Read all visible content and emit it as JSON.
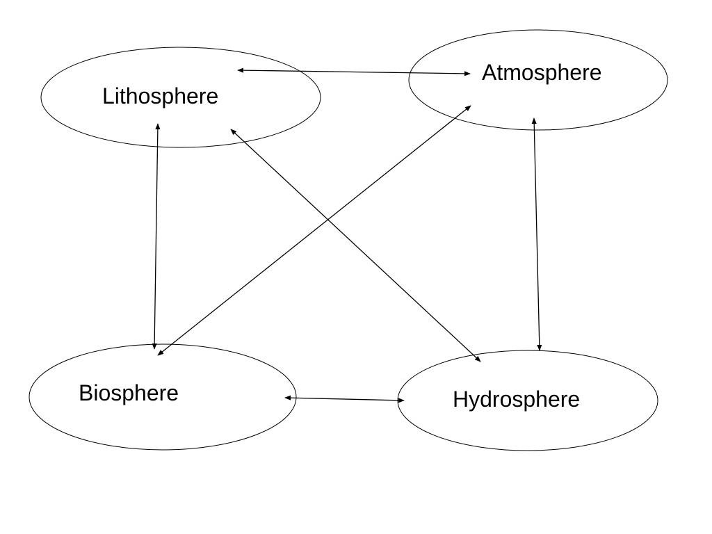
{
  "diagram": {
    "nodes": [
      {
        "id": "lithosphere",
        "label": "Lithosphere"
      },
      {
        "id": "atmosphere",
        "label": "Atmosphere"
      },
      {
        "id": "biosphere",
        "label": "Biosphere"
      },
      {
        "id": "hydrosphere",
        "label": "Hydrosphere"
      }
    ],
    "edges": [
      {
        "from": "lithosphere",
        "to": "atmosphere",
        "bidirectional": true
      },
      {
        "from": "lithosphere",
        "to": "biosphere",
        "bidirectional": true
      },
      {
        "from": "lithosphere",
        "to": "hydrosphere",
        "bidirectional": true
      },
      {
        "from": "atmosphere",
        "to": "biosphere",
        "bidirectional": true
      },
      {
        "from": "atmosphere",
        "to": "hydrosphere",
        "bidirectional": true
      },
      {
        "from": "biosphere",
        "to": "hydrosphere",
        "bidirectional": true
      }
    ],
    "colors": {
      "stroke": "#000000",
      "background": "#ffffff"
    }
  }
}
